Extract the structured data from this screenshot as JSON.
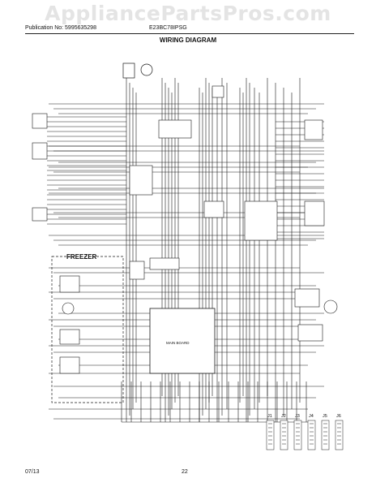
{
  "header": {
    "watermark": "AppliancePartsPros.com",
    "publication": "Publication No: 5995635298",
    "model": "E23BC78IPSG",
    "title": "WIRING DIAGRAM"
  },
  "diagram": {
    "freezer_label": "FREEZER",
    "main_board_label": "MAIN BOARD",
    "connector_labels": [
      "J1",
      "J2",
      "J3",
      "J4",
      "J5",
      "J6"
    ]
  },
  "footer": {
    "date": "07/13",
    "page": "22"
  },
  "colors": {
    "line": "#1a1a1a",
    "watermark": "#e4e4e4"
  }
}
